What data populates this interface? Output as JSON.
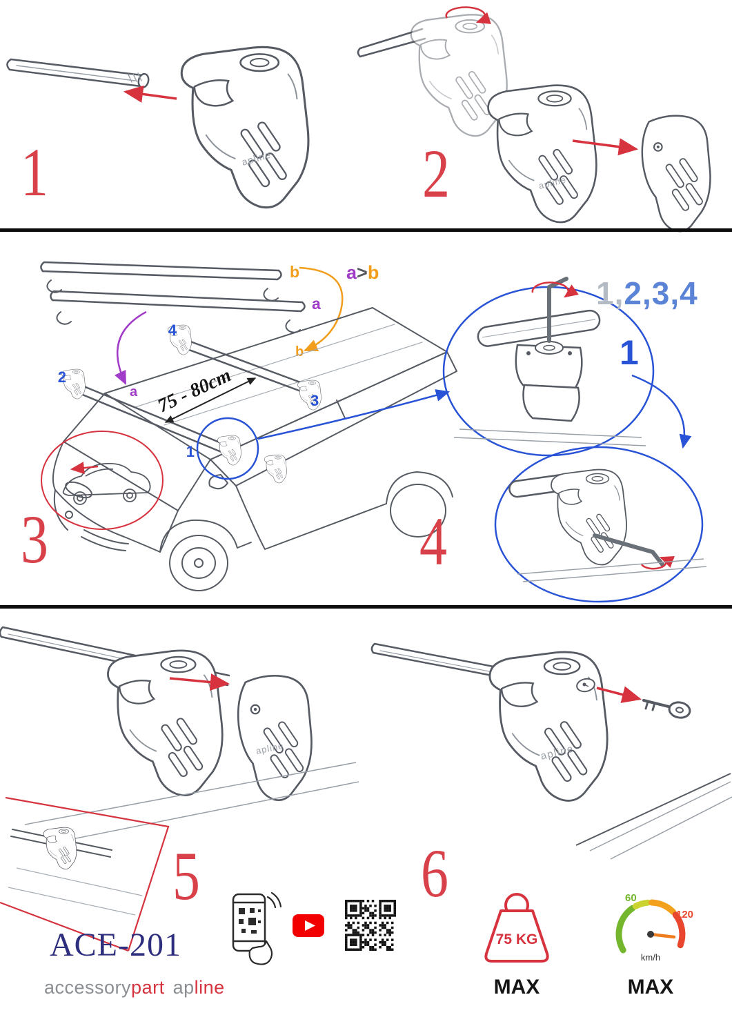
{
  "steps": {
    "s1": "1",
    "s2": "2",
    "s3": "3",
    "s4": "4",
    "s5": "5",
    "s6": "6"
  },
  "install": {
    "bar_label_a": "a",
    "bar_label_b": "b",
    "compare_a": "a",
    "compare_gt": ">",
    "compare_b": "b",
    "distance": "75 - 80cm",
    "sequence_done": "1,",
    "sequence_rest": "2,3,4",
    "pos_1": "1",
    "pos_2": "2",
    "pos_3": "3",
    "pos_4": "4",
    "detail_step": "1"
  },
  "branding": {
    "model": "ACE-201",
    "brand_gray": "accessory",
    "brand_red": "part",
    "logo_gray": "ap",
    "logo_red": "line",
    "foot_logo": "apline"
  },
  "limits": {
    "weight": "75 KG",
    "weight_max": "MAX",
    "speed_low": "60",
    "speed_high": "120",
    "speed_unit": "km/h",
    "speed_max": "MAX"
  },
  "colors": {
    "accent_red": "#d6333f",
    "blue": "#2853d6",
    "purple": "#a13cc8",
    "orange": "#f29d1c",
    "navy": "#2e2e7e"
  }
}
